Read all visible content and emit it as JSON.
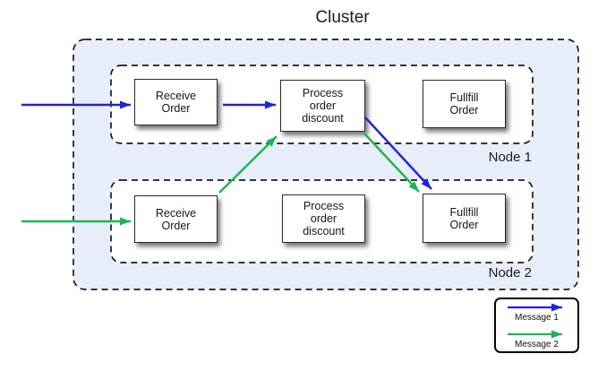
{
  "cluster": {
    "title": "Cluster"
  },
  "nodes": [
    {
      "label": "Node 1",
      "boxes": [
        {
          "label": "Receive\nOrder"
        },
        {
          "label": "Process\norder\ndiscount"
        },
        {
          "label": "Fullfill\nOrder"
        }
      ]
    },
    {
      "label": "Node 2",
      "boxes": [
        {
          "label": "Receive\nOrder"
        },
        {
          "label": "Process\norder\ndiscount"
        },
        {
          "label": "Fullfill\nOrder"
        }
      ]
    }
  ],
  "legend": {
    "items": [
      {
        "label": "Message 1",
        "arrow_icon": "blue-arrow-icon"
      },
      {
        "label": "Message 2",
        "arrow_icon": "green-arrow-icon"
      }
    ]
  },
  "colors": {
    "message1": "#2222e0",
    "message2": "#1bb551",
    "cluster_fill": "#e8eef9",
    "boundary_stroke": "#1a1a1a"
  }
}
